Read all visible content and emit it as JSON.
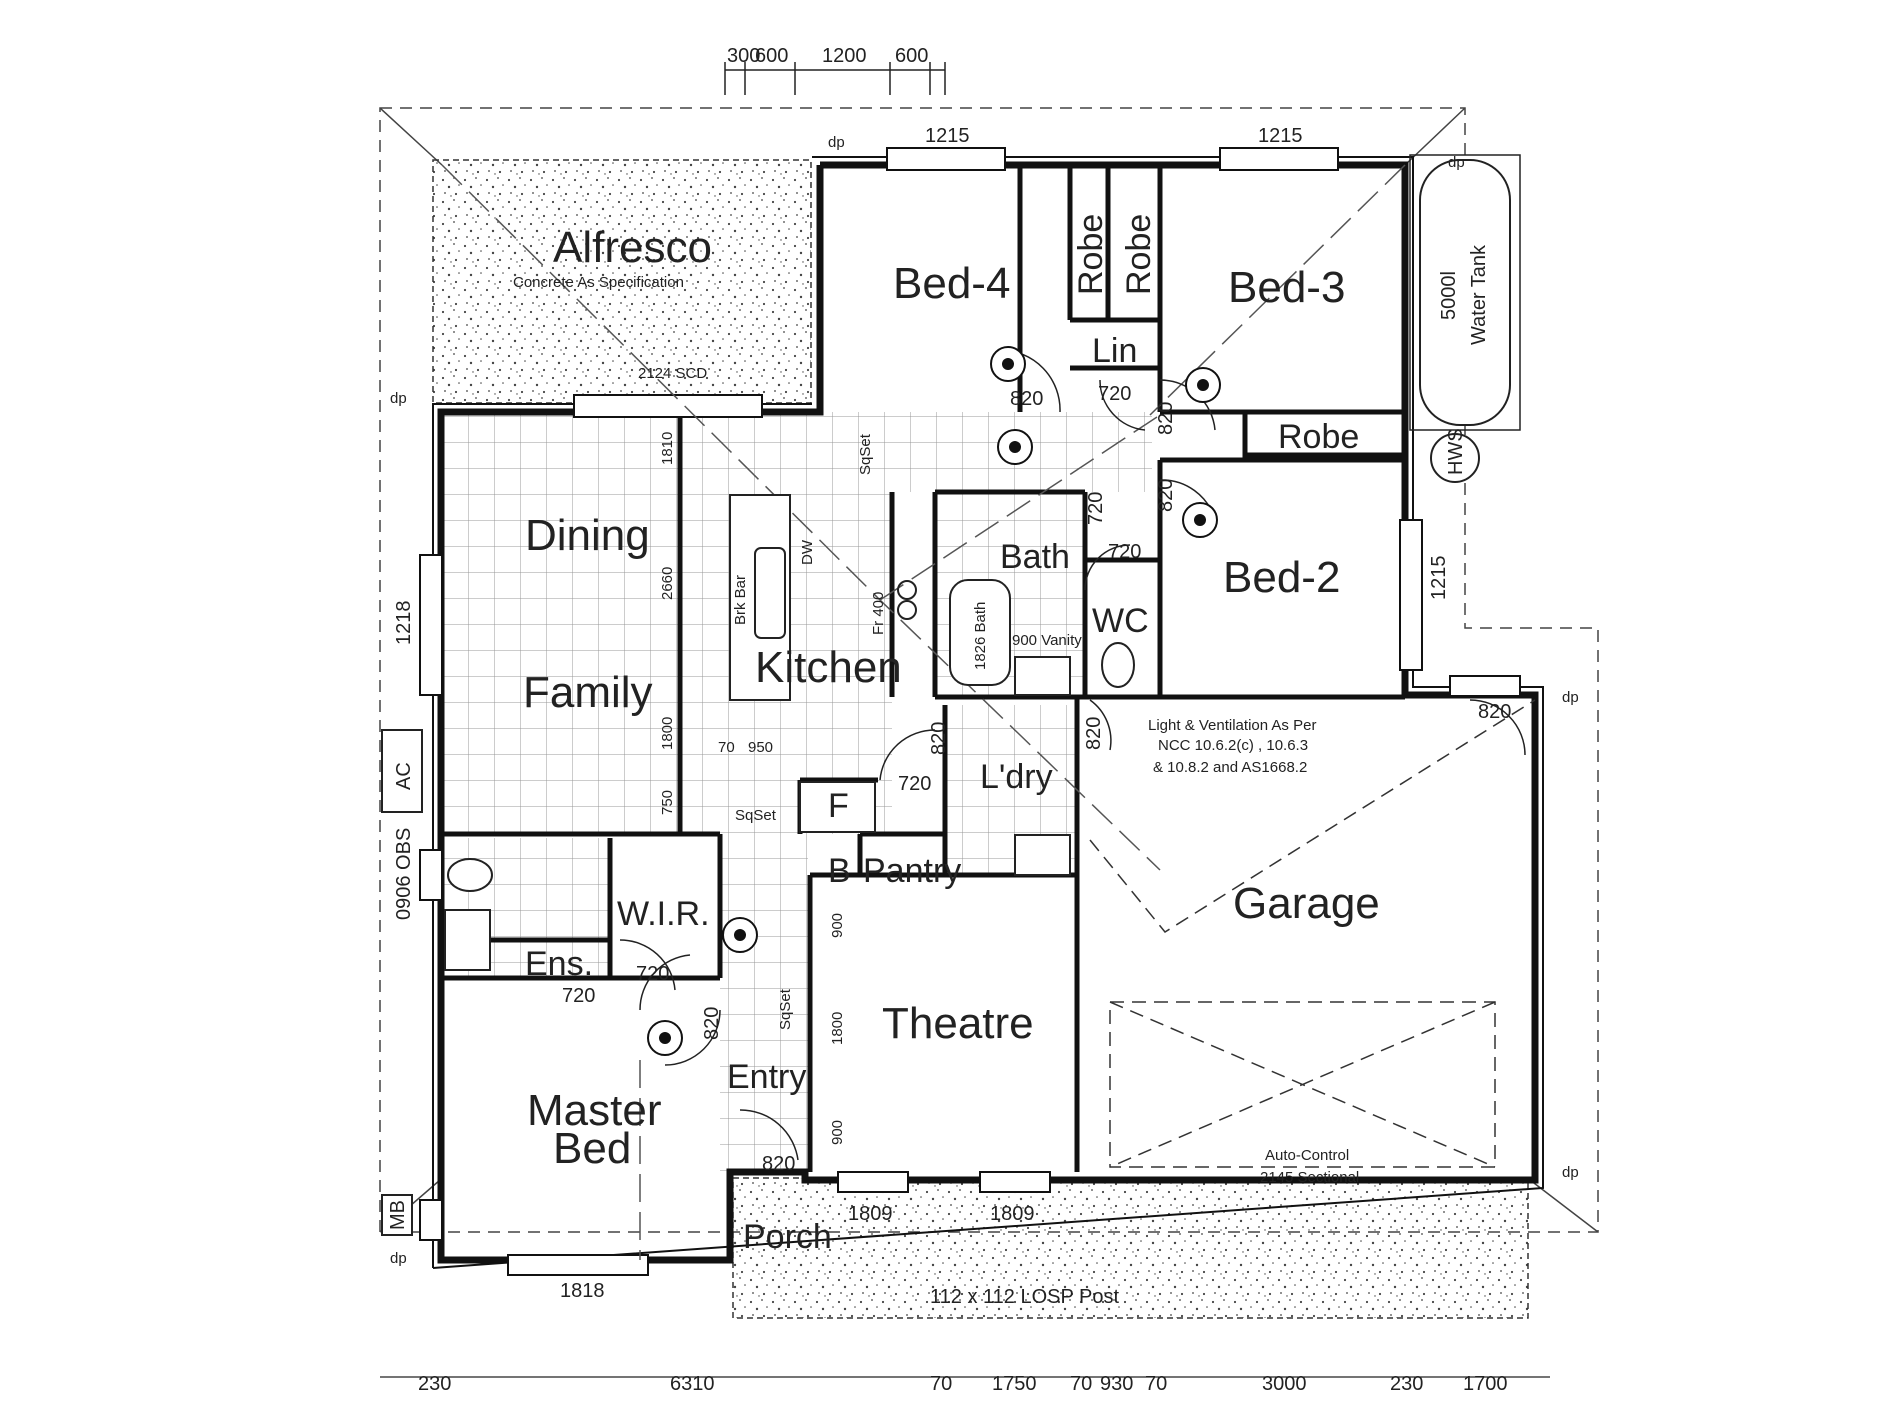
{
  "rooms": {
    "alfresco": "Alfresco",
    "alfresco_note": "Concrete As Specification",
    "bed4": "Bed-4",
    "bed3": "Bed-3",
    "bed2": "Bed-2",
    "robe1": "Robe",
    "robe2": "Robe",
    "robe3": "Robe",
    "lin": "Lin",
    "dining": "Dining",
    "family": "Family",
    "kitchen": "Kitchen",
    "bath": "Bath",
    "wc": "WC",
    "lndry": "L'dry",
    "garage": "Garage",
    "theatre": "Theatre",
    "pantry": "Pantry",
    "b": "B",
    "f": "F",
    "wir": "W.I.R.",
    "ens": "Ens.",
    "master": "Master",
    "master2": "Bed",
    "entry": "Entry",
    "porch": "Porch",
    "hws": "HWS",
    "ac": "AC",
    "mb": "MB"
  },
  "tank": {
    "size": "5000l",
    "label": "Water Tank"
  },
  "notes": {
    "vent1": "Light & Ventilation As Per",
    "vent2": "NCC 10.6.2(c) , 10.6.3",
    "vent3": "& 10.8.2 and AS1668.2",
    "garage_door1": "Auto-Control",
    "garage_door2": "2145 Sectional",
    "porch_post": "112 x 112 LOSP Post",
    "scd": "2124 SCD",
    "brkfst": "Brk Bar",
    "dw": "DW",
    "bath_size": "1826 Bath",
    "vanity": "900 Vanity",
    "fr": "Fr 400",
    "obs": "0906 OBS",
    "sqset": "SqSet",
    "dp": "dp"
  },
  "dims": {
    "top": [
      "300",
      "600",
      "1200",
      "600"
    ],
    "bottom": [
      "230",
      "6310",
      "70",
      "1750",
      "70",
      "930",
      "70",
      "3000",
      "230",
      "1700"
    ],
    "win_1215": "1215",
    "win_1218": "1218",
    "win_1818": "1818",
    "win_1809": "1809",
    "door_820": "820",
    "door_720": "720",
    "dim_1810": "1810",
    "dim_2660": "2660",
    "dim_1800": "1800",
    "dim_900": "900",
    "dim_750": "750",
    "dim_70": "70",
    "dim_950": "950"
  }
}
